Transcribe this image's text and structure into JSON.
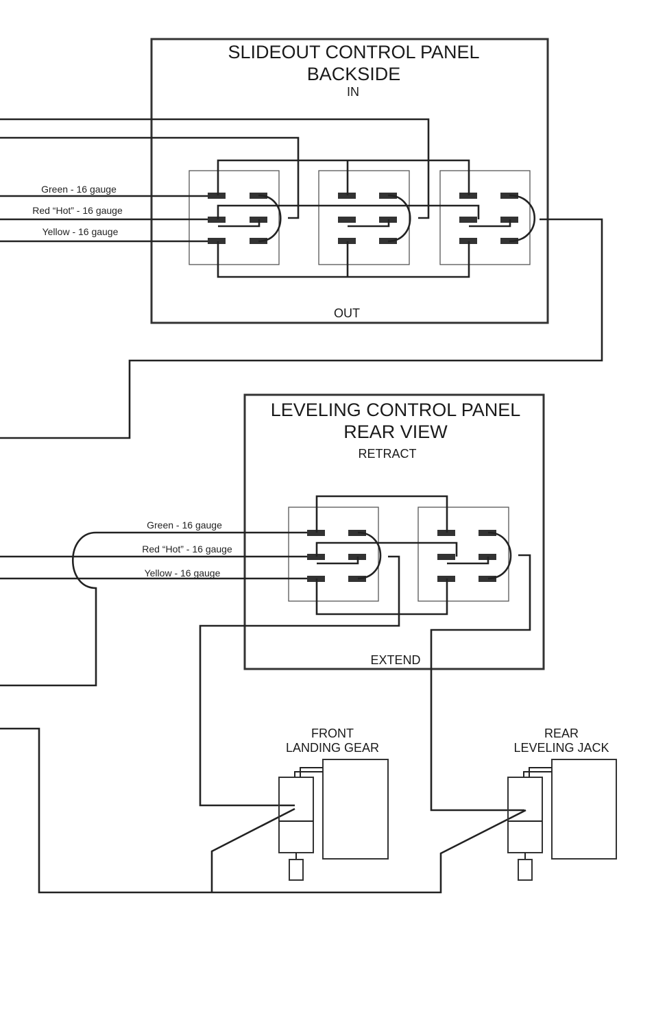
{
  "slideout_panel": {
    "title_line1": "SLIDEOUT CONTROL PANEL",
    "title_line2": "BACKSIDE",
    "in_label": "IN",
    "out_label": "OUT",
    "wires": [
      {
        "label": "Green - 16 gauge"
      },
      {
        "label": "Red “Hot” - 16 gauge"
      },
      {
        "label": "Yellow - 16 gauge"
      }
    ]
  },
  "leveling_panel": {
    "title_line1": "LEVELING CONTROL PANEL",
    "title_line2": "REAR VIEW",
    "retract_label": "RETRACT",
    "extend_label": "EXTEND",
    "wires": [
      {
        "label": "Green - 16 gauge"
      },
      {
        "label": "Red “Hot” - 16 gauge"
      },
      {
        "label": "Yellow - 16 gauge"
      }
    ]
  },
  "front_landing_gear": {
    "line1": "FRONT",
    "line2": "LANDING GEAR"
  },
  "rear_leveling_jack": {
    "line1": "REAR",
    "line2": "LEVELING JACK"
  }
}
